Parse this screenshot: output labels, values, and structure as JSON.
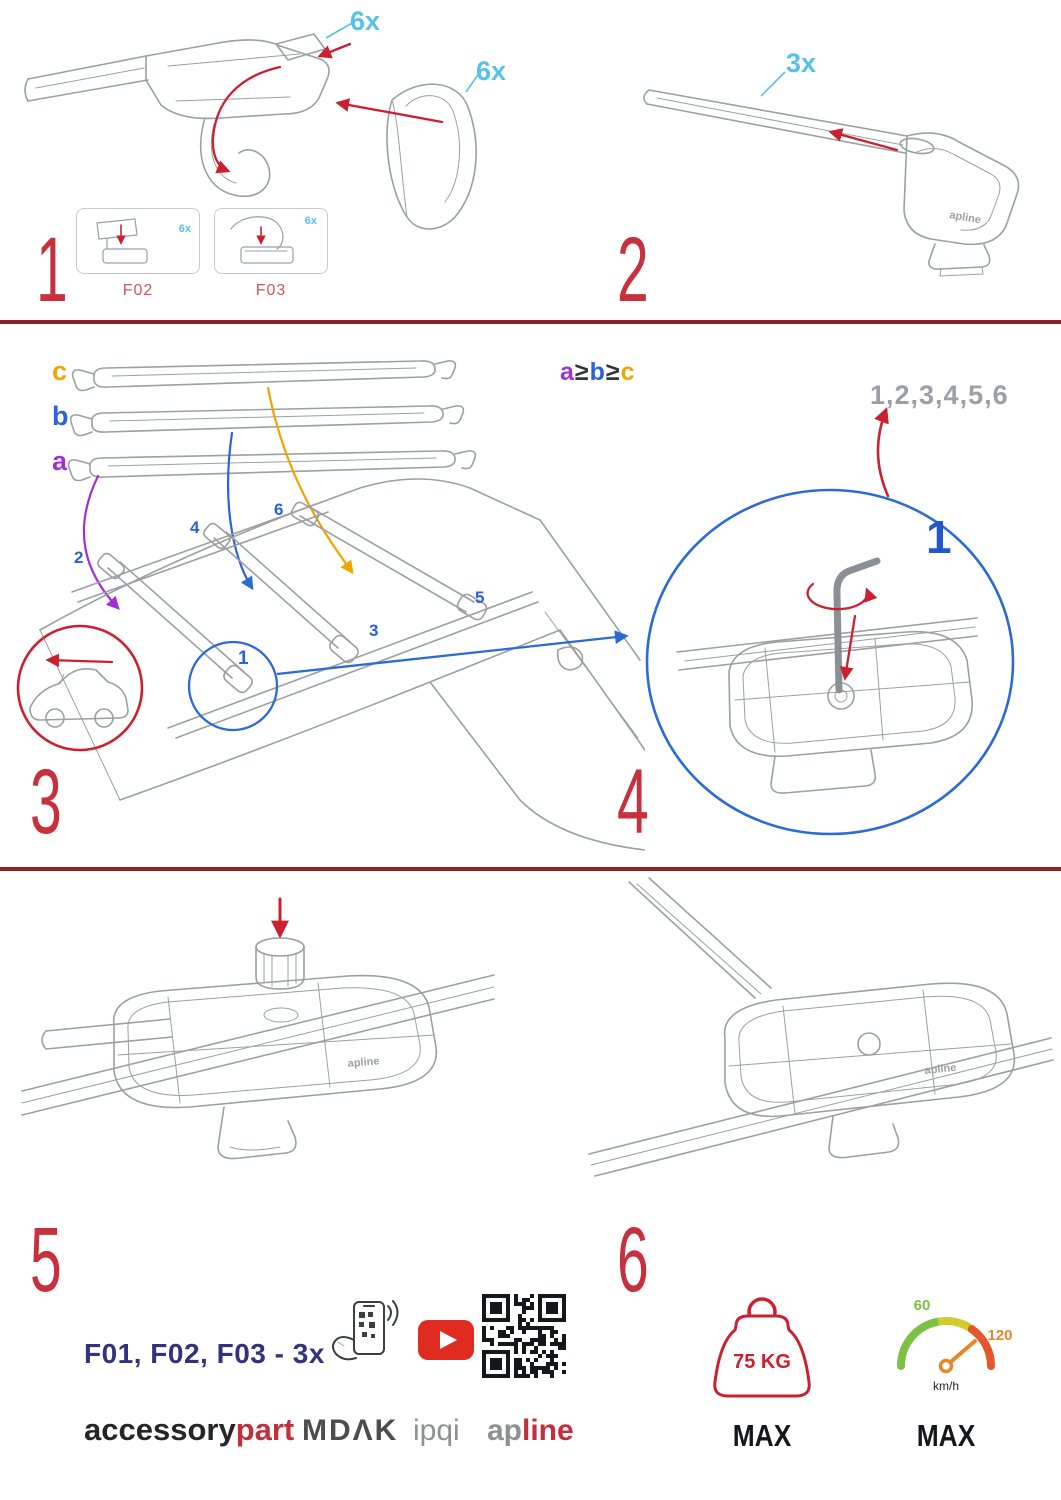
{
  "colors": {
    "step_red": "#c8303d",
    "accent_red": "#cc2030",
    "divider_red": "#8e2026",
    "cyan": "#56c3e6",
    "blue": "#2b62d9",
    "deep_blue": "#2b6bd6",
    "purple": "#a12fd4",
    "orange": "#f0a500",
    "seq_gray": "#9aa0a6",
    "navy": "#32327e",
    "brand_dark": "#262626",
    "brand_gray": "#8e9094",
    "brand_red": "#c22f3c",
    "line_gray": "#9aa0a4",
    "label_red": "#d2555a",
    "green": "#7cc143",
    "speed_orange": "#e8862a",
    "yt_red": "#e02b20"
  },
  "art": {
    "logo": "apline"
  },
  "step1": {
    "number": "1",
    "qty_top": "6x",
    "qty_side": "6x",
    "boxes": [
      {
        "label": "F02",
        "qty": "6x"
      },
      {
        "label": "F03",
        "qty": "6x"
      }
    ]
  },
  "step2": {
    "number": "2",
    "qty": "3x"
  },
  "step3": {
    "number": "3",
    "bar_labels": [
      "c",
      "b",
      "a"
    ],
    "formula": [
      "a",
      "≥",
      "b",
      "≥",
      "c"
    ],
    "positions": [
      "1",
      "2",
      "3",
      "4",
      "5",
      "6"
    ]
  },
  "step4": {
    "number": "4",
    "sequence": "1,2,3,4,5,6",
    "callout": "1"
  },
  "step5": {
    "number": "5"
  },
  "step6": {
    "number": "6",
    "weight": {
      "value": "75 KG",
      "max_label": "MAX"
    },
    "speedometer": {
      "low": "60",
      "high": "120",
      "unit": "km/h",
      "max_label": "MAX"
    }
  },
  "footer": {
    "parts_line": "F01, F02, F03 - 3x",
    "brands": {
      "accessory": "accessory",
      "part": "part",
      "mdak": "MDΛK",
      "ipqi": "ipqi",
      "ap": "ap",
      "line": "line"
    }
  }
}
